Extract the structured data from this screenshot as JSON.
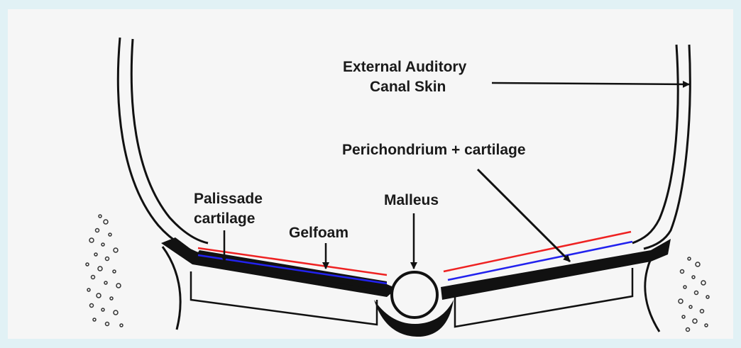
{
  "labels": {
    "eac_line1": "External Auditory",
    "eac_line2": "Canal Skin",
    "perichondrium": "Perichondrium +  cartilage",
    "malleus": "Malleus",
    "palissade_line1": "Palissade",
    "palissade_line2": "cartilage",
    "gelfoam": "Gelfoam"
  },
  "colors": {
    "background": "#e1f1f5",
    "paper": "#f6f6f6",
    "ink": "#111111",
    "red_line": "#ee2222",
    "blue_line": "#2222ee"
  }
}
